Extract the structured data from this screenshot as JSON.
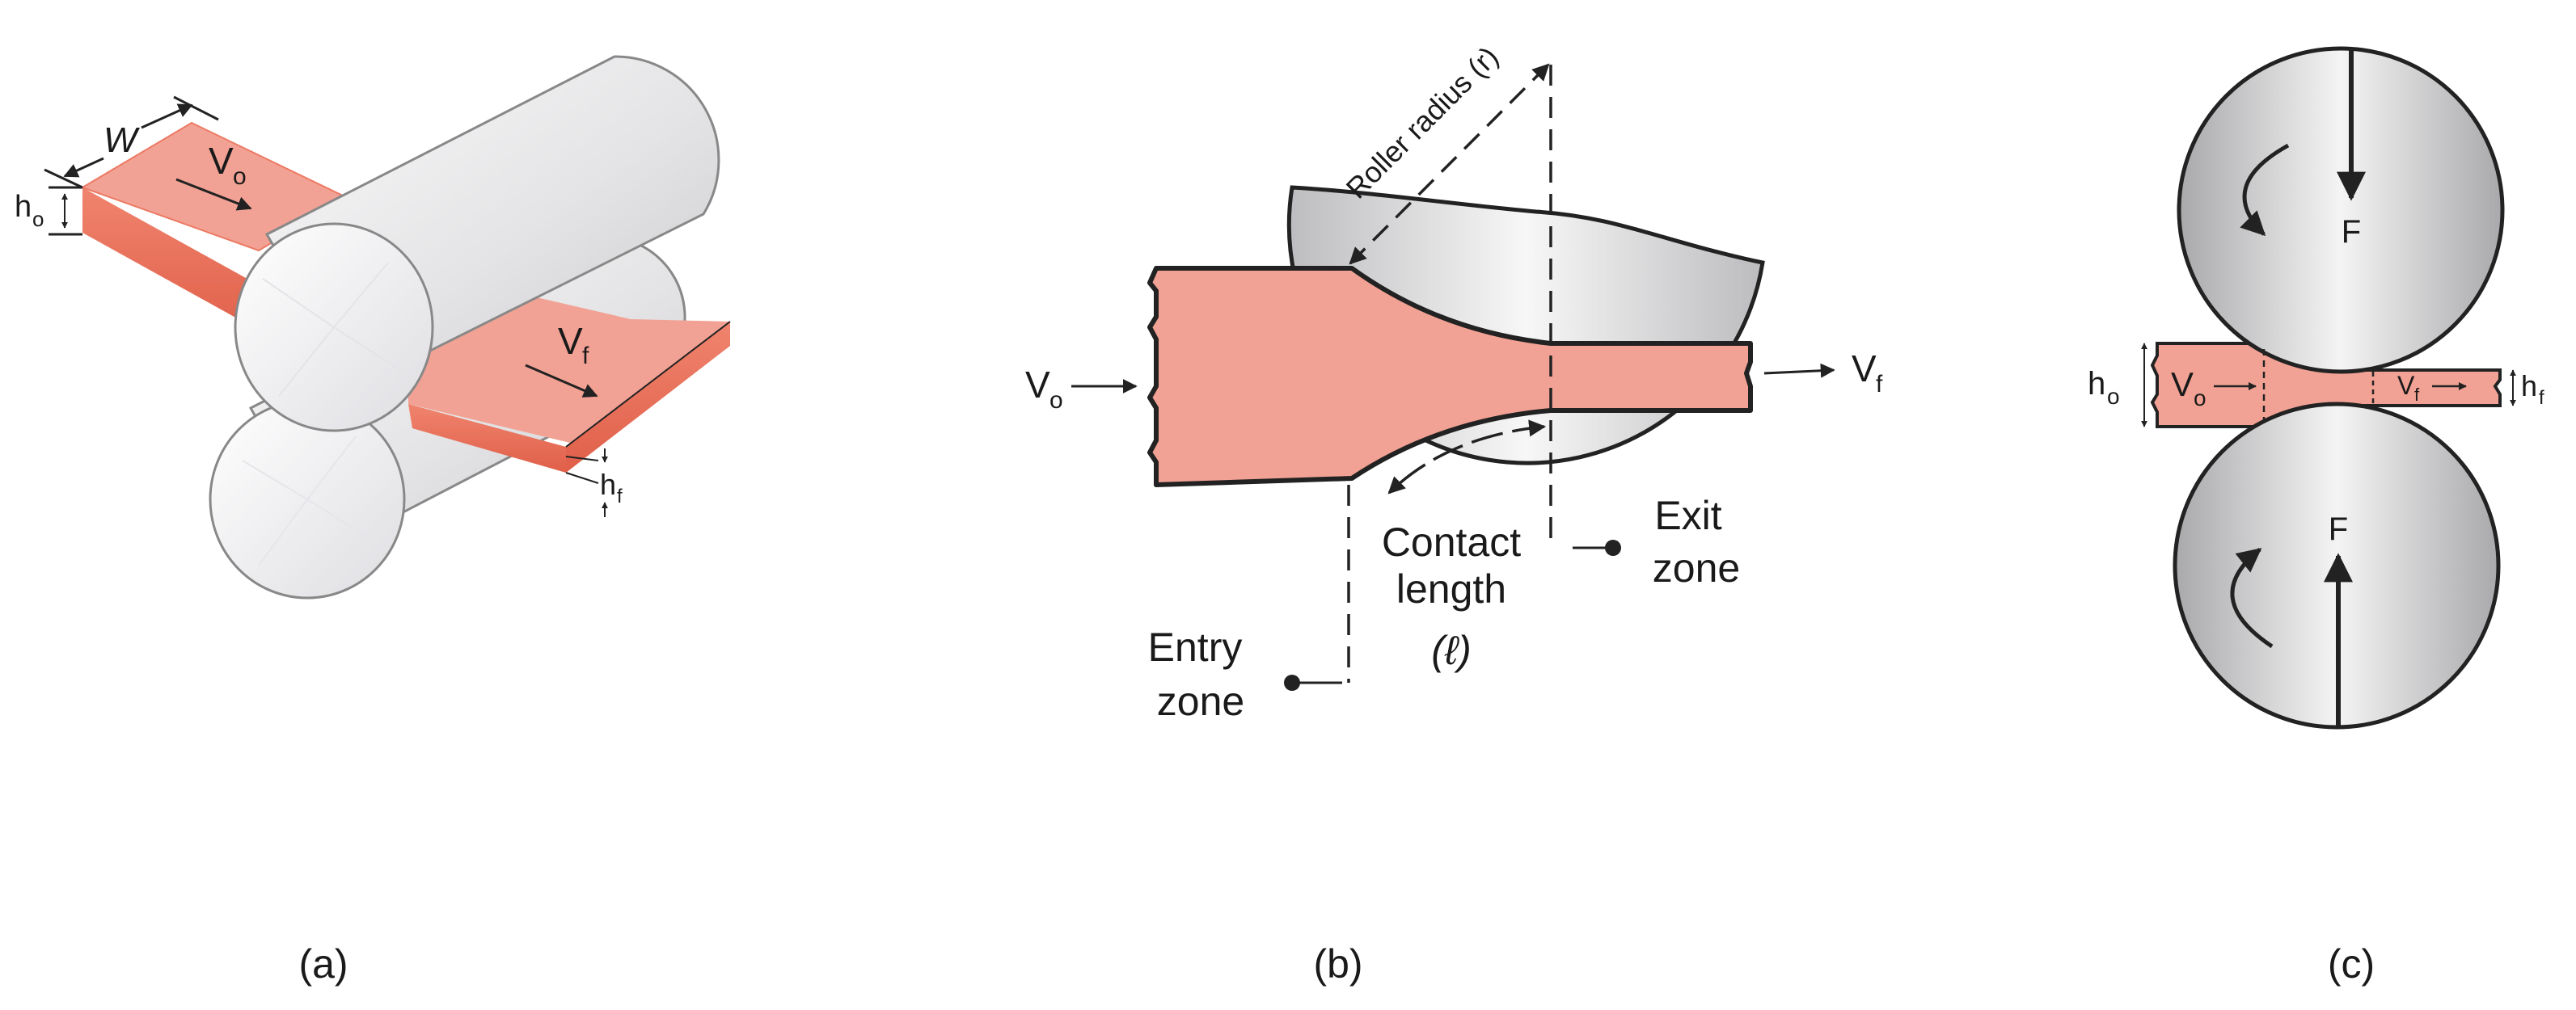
{
  "panel_a": {
    "caption": "(a)",
    "width": "W",
    "v_in": "V",
    "v_in_sub": "o",
    "h_in": "h",
    "h_in_sub": "o",
    "v_out": "V",
    "v_out_sub": "f",
    "h_out": "h",
    "h_out_sub": "f"
  },
  "panel_b": {
    "caption": "(b)",
    "roller_radius": "Roller radius (r)",
    "v_in": "V",
    "v_in_sub": "o",
    "v_out": "V",
    "v_out_sub": "f",
    "contact_line1": "Contact",
    "contact_line2": "length",
    "contact_symbol": "(ℓ)",
    "exit_line1": "Exit",
    "exit_line2": "zone",
    "entry_line1": "Entry",
    "entry_line2": "zone"
  },
  "panel_c": {
    "caption": "(c)",
    "force_top": "F",
    "force_bottom": "F",
    "h_in": "h",
    "h_in_sub": "o",
    "v_in": "V",
    "v_in_sub": "o",
    "v_out": "V",
    "v_out_sub": "f",
    "h_out": "h",
    "h_out_sub": "f"
  },
  "colors": {
    "strip": "#f2a294",
    "strip_side": "#ec7a64",
    "roller": "#d9d9dc",
    "outline": "#222222"
  }
}
